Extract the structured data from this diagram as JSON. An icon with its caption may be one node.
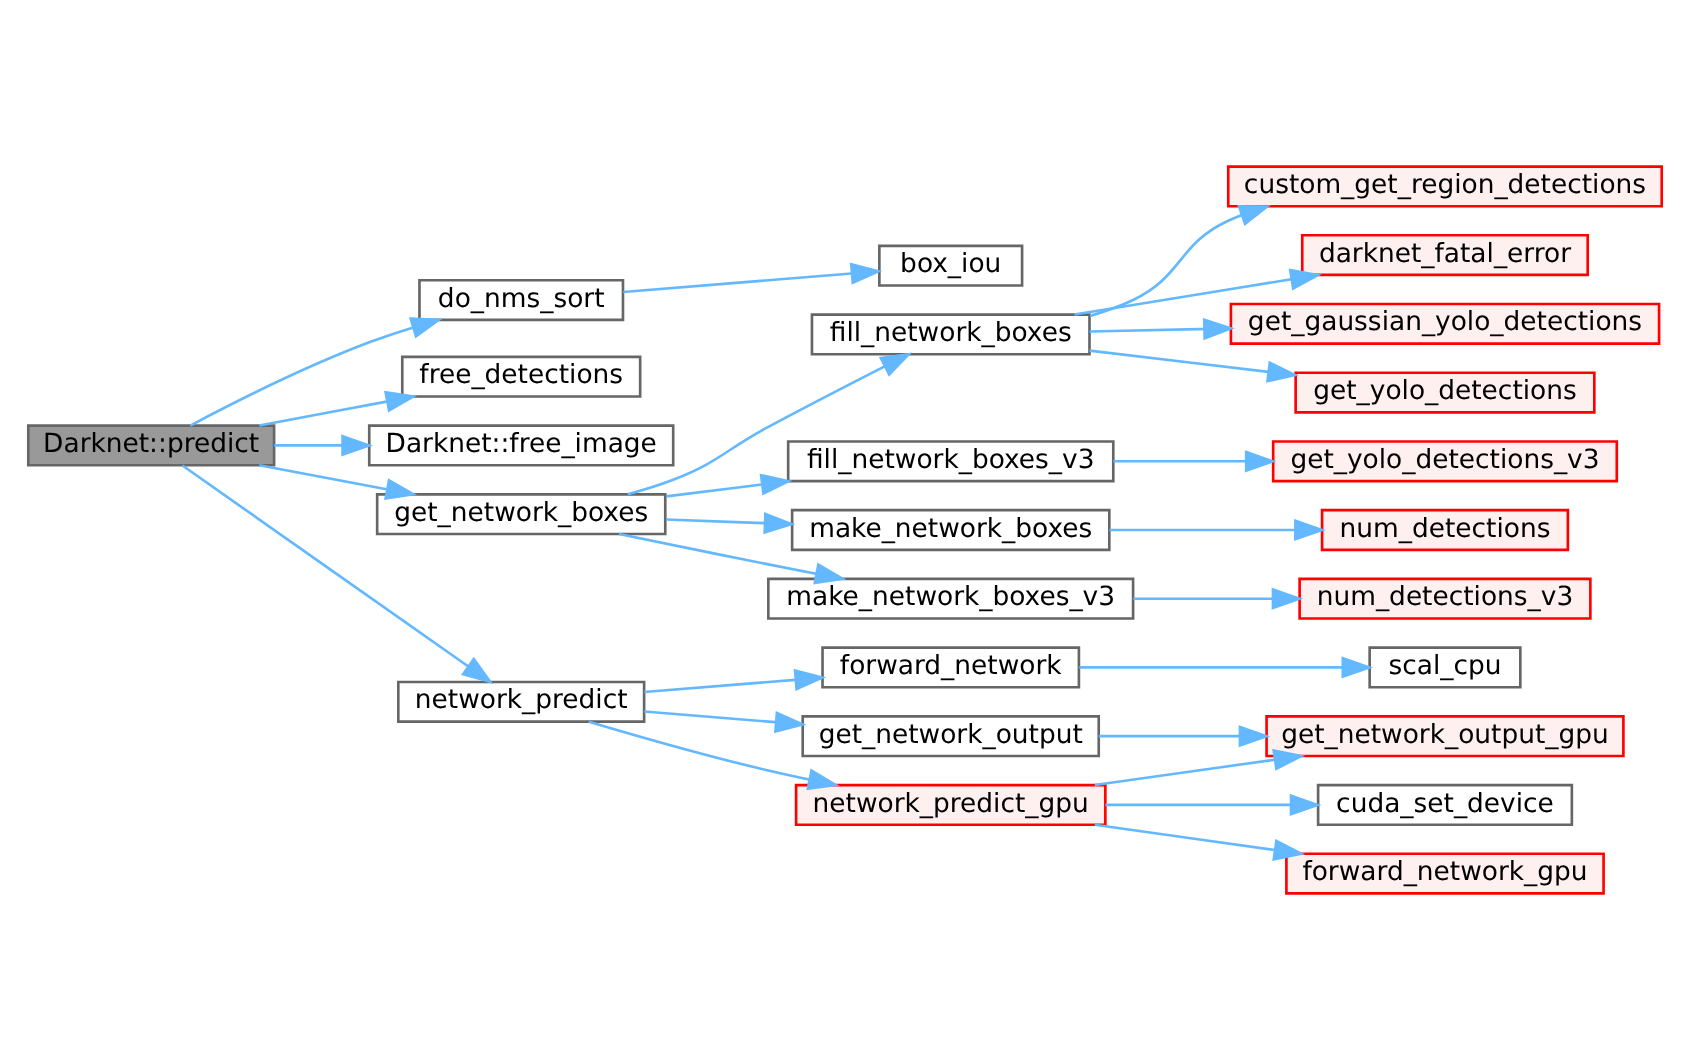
{
  "diagram": {
    "nodes": [
      {
        "text": [
          "Darknet::predict"
        ]
      },
      {
        "text": [
          "do_nms_sort"
        ]
      },
      {
        "text": [
          "free_detections"
        ]
      },
      {
        "text": [
          "Darknet::free_image"
        ]
      },
      {
        "text": [
          "get_network_boxes"
        ]
      },
      {
        "text": [
          "network_predict"
        ]
      },
      {
        "text": [
          "box_iou"
        ]
      },
      {
        "text": [
          "fill_network_boxes"
        ]
      },
      {
        "text": [
          "fill_network_boxes_v3"
        ]
      },
      {
        "text": [
          "make_network_boxes"
        ]
      },
      {
        "text": [
          "make_network_boxes_v3"
        ]
      },
      {
        "text": [
          "forward_network"
        ]
      },
      {
        "text": [
          "get_network_output"
        ]
      },
      {
        "text": [
          "network_predict_gpu"
        ]
      },
      {
        "text": [
          "custom_get_region_detections"
        ]
      },
      {
        "text": [
          "darknet_fatal_error"
        ]
      },
      {
        "text": [
          "get_gaussian_yolo_detections"
        ]
      },
      {
        "text": [
          "get_yolo_detections"
        ]
      },
      {
        "text": [
          "get_yolo_detections_v3"
        ]
      },
      {
        "text": [
          "num_detections"
        ]
      },
      {
        "text": [
          "num_detections_v3"
        ]
      },
      {
        "text": [
          "scal_cpu"
        ]
      },
      {
        "text": [
          "get_network_output_gpu"
        ]
      },
      {
        "text": [
          "cuda_set_device"
        ]
      },
      {
        "text": [
          "forward_network_gpu"
        ]
      }
    ],
    "edges": [
      {
        "from": 0,
        "to": 1,
        "arrow": "to"
      },
      {
        "from": 0,
        "to": 2,
        "arrow": "to"
      },
      {
        "from": 0,
        "to": 3,
        "arrow": "to"
      },
      {
        "from": 0,
        "to": 4,
        "arrow": "to"
      },
      {
        "from": 0,
        "to": 5,
        "arrow": "to"
      },
      {
        "from": 1,
        "to": 6,
        "arrow": "to"
      },
      {
        "from": 4,
        "to": 7,
        "arrow": "to"
      },
      {
        "from": 4,
        "to": 8,
        "arrow": "to"
      },
      {
        "from": 4,
        "to": 9,
        "arrow": "to"
      },
      {
        "from": 4,
        "to": 10,
        "arrow": "to"
      },
      {
        "from": 7,
        "to": 14,
        "arrow": "to"
      },
      {
        "from": 7,
        "to": 15,
        "arrow": "to"
      },
      {
        "from": 7,
        "to": 16,
        "arrow": "to"
      },
      {
        "from": 7,
        "to": 17,
        "arrow": "to"
      },
      {
        "from": 8,
        "to": 18,
        "arrow": "to"
      },
      {
        "from": 9,
        "to": 19,
        "arrow": "to"
      },
      {
        "from": 10,
        "to": 20,
        "arrow": "to"
      },
      {
        "from": 5,
        "to": 11,
        "arrow": "to"
      },
      {
        "from": 5,
        "to": 12,
        "arrow": "to"
      },
      {
        "from": 5,
        "to": 13,
        "arrow": "to"
      },
      {
        "from": 11,
        "to": 21,
        "arrow": "to"
      },
      {
        "from": 12,
        "to": 22,
        "arrow": "to"
      },
      {
        "from": 13,
        "to": 22,
        "arrow": "to"
      },
      {
        "from": 13,
        "to": 23,
        "arrow": "to"
      },
      {
        "from": 13,
        "to": 24,
        "arrow": "to"
      }
    ]
  }
}
